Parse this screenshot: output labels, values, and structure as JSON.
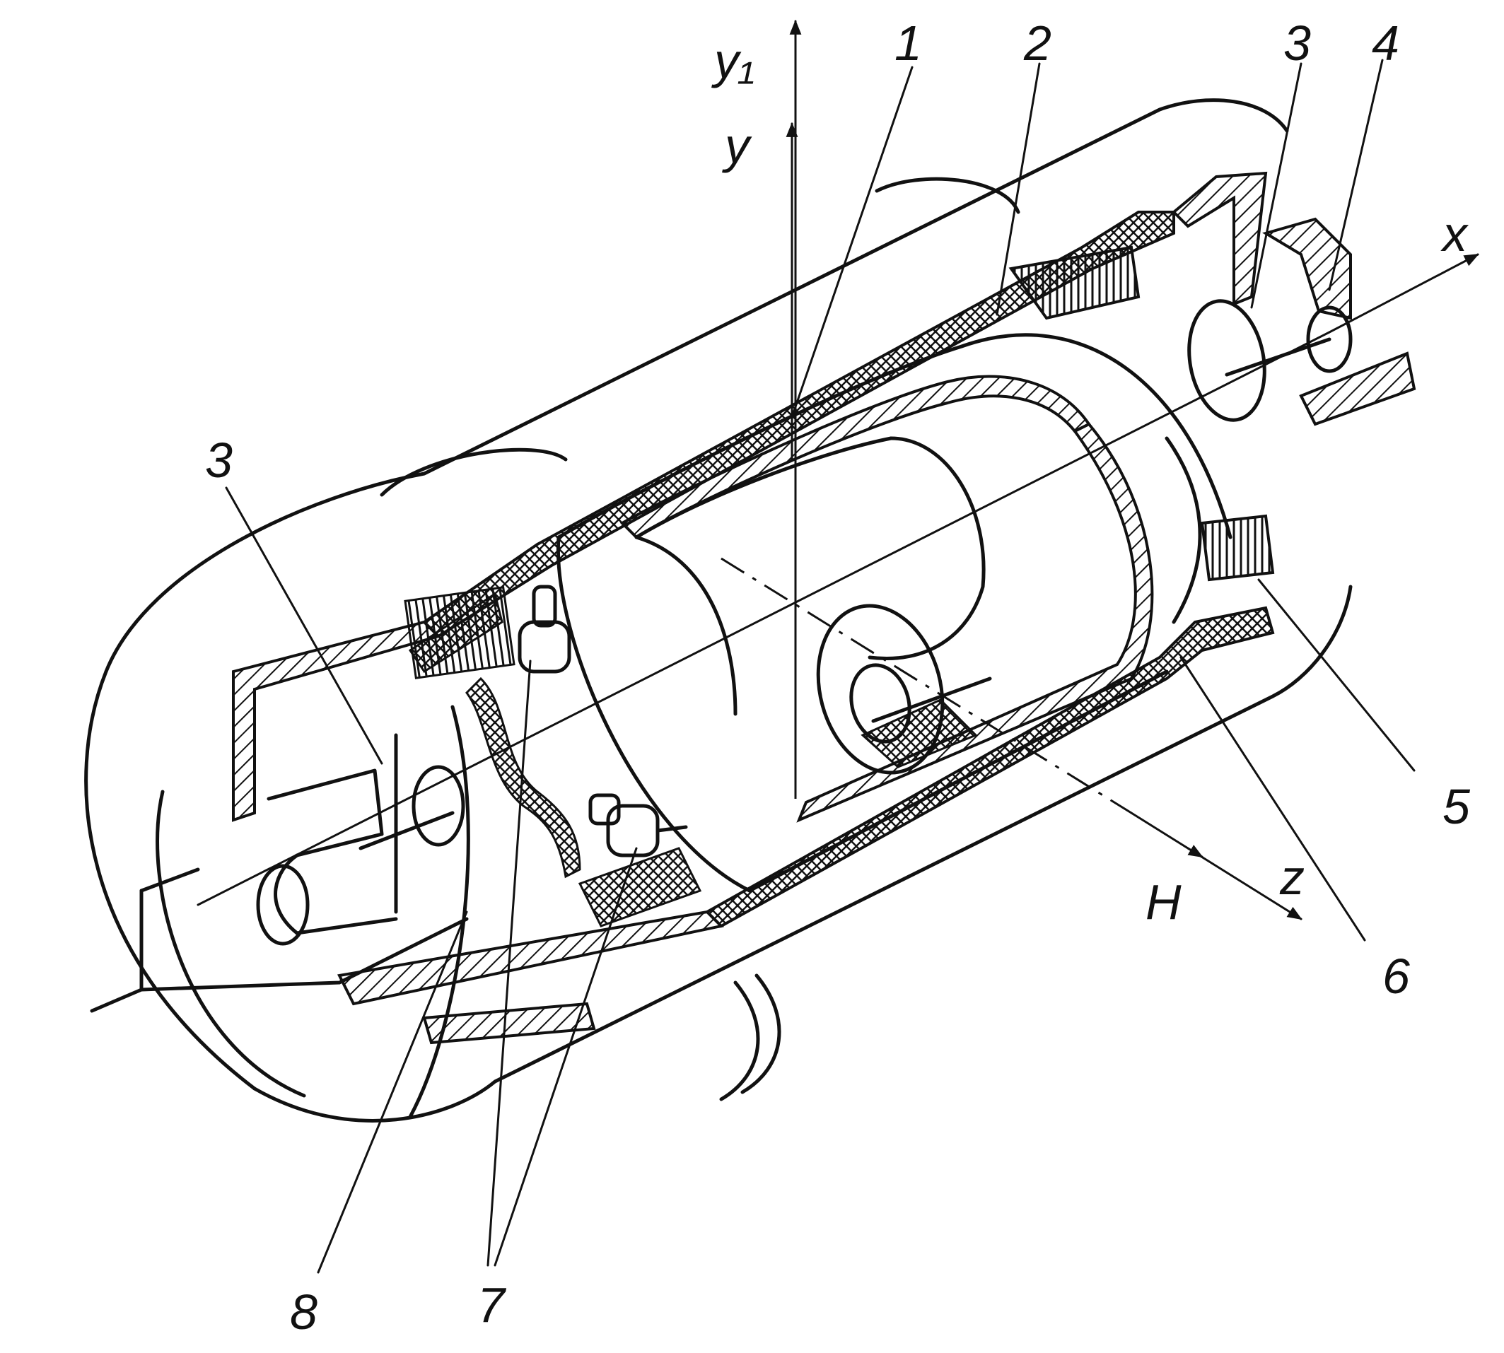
{
  "figure": {
    "axes": {
      "y1": "y₁",
      "y": "y",
      "x": "x",
      "z": "z",
      "h": "H"
    },
    "callouts": [
      "1",
      "2",
      "3",
      "3",
      "4",
      "5",
      "6",
      "7",
      "8"
    ]
  },
  "colors": {
    "ink": "#111111",
    "paper": "#ffffff"
  }
}
